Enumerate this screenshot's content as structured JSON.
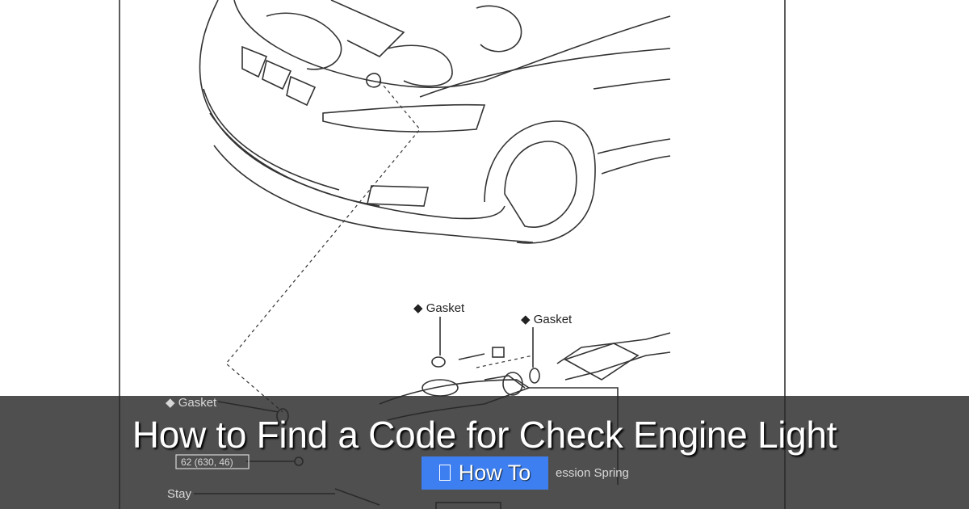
{
  "diagram": {
    "labels": {
      "gasket_top": "◆ Gasket",
      "gasket_right": "◆ Gasket",
      "gasket_left": "◆ Gasket",
      "torque_spec": "62 (630, 46)",
      "stay": "Stay",
      "spring": "ession Spring"
    }
  },
  "overlay": {
    "title": "How to Find a Code for Check Engine Light",
    "category_badge": {
      "icon": "folder-icon",
      "label": "How To",
      "color": "#3d7ff0"
    }
  }
}
